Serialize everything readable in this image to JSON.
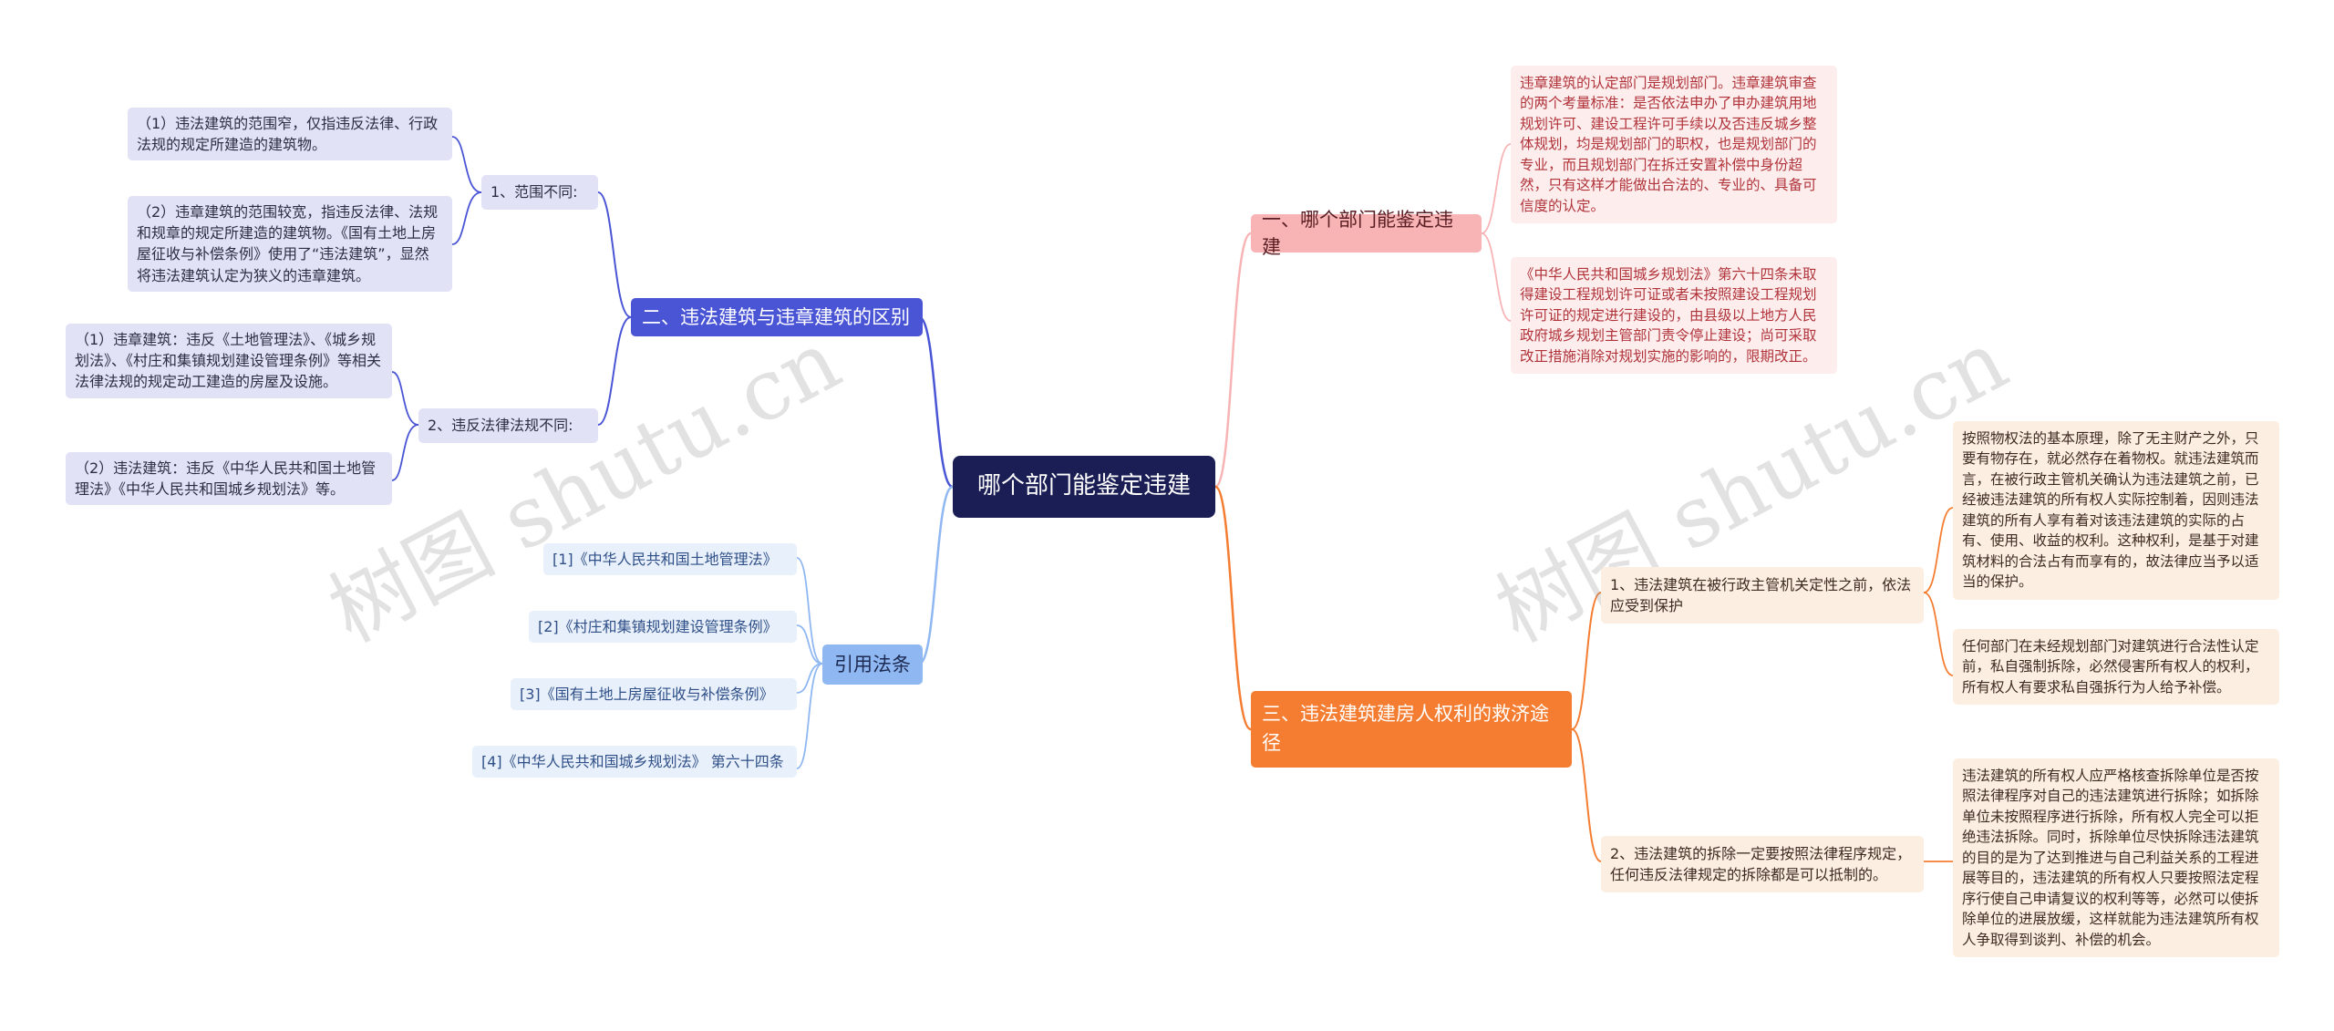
{
  "root": {
    "label": "哪个部门能鉴定违建"
  },
  "left_branches": {
    "diff": {
      "label": "二、违法建筑与违章建筑的区别",
      "sub1": {
        "label": "1、范围不同:",
        "leaves": [
          "（1）违法建筑的范围窄，仅指违反法律、行政法规的规定所建造的建筑物。",
          "（2）违章建筑的范围较宽，指违反法律、法规和规章的规定所建造的建筑物。《国有土地上房屋征收与补偿条例》使用了“违法建筑”，显然将违法建筑认定为狭义的违章建筑。"
        ]
      },
      "sub2": {
        "label": "2、违反法律法规不同:",
        "leaves": [
          "（1）违章建筑：违反《土地管理法》、《城乡规划法》、《村庄和集镇规划建设管理条例》等相关法律法规的规定动工建造的房屋及设施。",
          "（2）违法建筑：违反《中华人民共和国土地管理法》《中华人民共和国城乡规划法》等。"
        ]
      }
    },
    "cite": {
      "label": "引用法条",
      "leaves": [
        "[1]《中华人民共和国土地管理法》",
        "[2]《村庄和集镇规划建设管理条例》",
        "[3]《国有土地上房屋征收与补偿条例》",
        "[4]《中华人民共和国城乡规划法》 第六十四条"
      ]
    }
  },
  "right_branches": {
    "dept": {
      "label": "一、哪个部门能鉴定违建",
      "leaves": [
        "违章建筑的认定部门是规划部门。违章建筑审查的两个考量标准：是否依法申办了申办建筑用地规划许可、建设工程许可手续以及否违反城乡整体规划，均是规划部门的职权，也是规划部门的专业，而且规划部门在拆迁安置补偿中身份超然，只有这样才能做出合法的、专业的、具备可信度的认定。",
        "《中华人民共和国城乡规划法》第六十四条未取得建设工程规划许可证或者未按照建设工程规划许可证的规定进行建设的，由县级以上地方人民政府城乡规划主管部门责令停止建设；尚可采取改正措施消除对规划实施的影响的，限期改正。"
      ]
    },
    "remedy": {
      "label": "三、违法建筑建房人权利的救济途径",
      "sub1": {
        "label": "1、违法建筑在被行政主管机关定性之前，依法应受到保护",
        "leaves": [
          "按照物权法的基本原理，除了无主财产之外，只要有物存在，就必然存在着物权。就违法建筑而言，在被行政主管机关确认为违法建筑之前，已经被违法建筑的所有权人实际控制着，因则违法建筑的所有人享有着对该违法建筑的实际的占有、使用、收益的权利。这种权利，是基于对建筑材料的合法占有而享有的，故法律应当予以适当的保护。",
          "任何部门在未经规划部门对建筑进行合法性认定前，私自强制拆除，必然侵害所有权人的权利，所有权人有要求私自强拆行为人给予补偿。"
        ]
      },
      "sub2": {
        "label": "2、违法建筑的拆除一定要按照法律程序规定，任何违反法律规定的拆除都是可以抵制的。",
        "leaves": [
          "违法建筑的所有权人应严格核查拆除单位是否按照法律程序对自己的违法建筑进行拆除；如拆除单位未按照程序进行拆除，所有权人完全可以拒绝违法拆除。同时，拆除单位尽快拆除违法建筑的目的是为了达到推进与自己利益关系的工程进展等目的，违法建筑的所有权人只要按照法定程序行使自己申请复议的权利等等，必然可以使拆除单位的进展放缓，这样就能为违法建筑所有权人争取得到谈判、补偿的机会。"
        ]
      }
    }
  },
  "watermarks": [
    "树图 shutu.cn",
    "树图 shutu.cn"
  ],
  "colors": {
    "root": "#1b1e55",
    "blue": "#4a55d6",
    "lightblue": "#8fb7f2",
    "pink": "#f8b3b5",
    "orange": "#f47d31"
  }
}
